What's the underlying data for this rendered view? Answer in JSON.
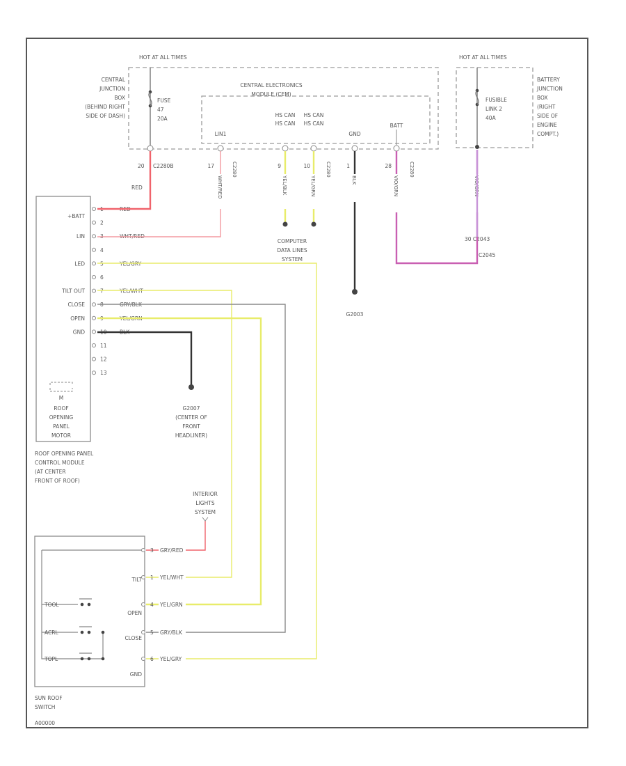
{
  "colors": {
    "red": "#f0636b",
    "red_thin": "#f39aa0",
    "yellow": "#e8ec6a",
    "gray": "#8a8a8a",
    "black": "#333333",
    "violet": "#c95fb2",
    "violet_thin": "#c895d8"
  },
  "cjb": {
    "hot_label": "HOT AT ALL TIMES",
    "name_lines": [
      "CENTRAL",
      "JUNCTION",
      "BOX",
      "(BEHIND RIGHT",
      "SIDE OF DASH)"
    ],
    "fuse_lines": [
      "FUSE",
      "47",
      "20A"
    ],
    "pin": "20",
    "connector": "C2280B"
  },
  "cem": {
    "name_lines": [
      "CENTRAL ELECTRONICS",
      "MODULE (CEM)"
    ],
    "pins": [
      {
        "label": "LIN1",
        "num": "17",
        "conn": "C2280"
      },
      {
        "label": "HS CAN",
        "num": "9",
        "conn": ""
      },
      {
        "label": "HS CAN",
        "num": "10",
        "conn": "C2280"
      },
      {
        "label": "GND",
        "num": "1",
        "conn": ""
      },
      {
        "label": "BATT",
        "num": "28",
        "conn": "C2280"
      }
    ]
  },
  "bjb": {
    "hot_label": "HOT AT ALL TIMES",
    "name_lines": [
      "BATTERY",
      "JUNCTION",
      "BOX",
      "(RIGHT",
      "SIDE OF",
      "ENGINE",
      "COMPT.)"
    ],
    "fuse_lines": [
      "FUSIBLE",
      "LINK 2",
      "40A"
    ],
    "connector_lines": [
      "30 C2043",
      "C2045"
    ]
  },
  "computer_data": [
    "COMPUTER",
    "DATA LINES",
    "SYSTEM"
  ],
  "ground_cem": "G2003",
  "module": {
    "name_lines": [
      "ROOF OPENING PANEL",
      "CONTROL MODULE",
      "(AT CENTER",
      "FRONT OF ROOF)"
    ],
    "motor_lines": [
      "ROOF",
      "OPENING",
      "PANEL",
      "MOTOR"
    ],
    "motor_mark": "M",
    "pins": [
      {
        "num": "1",
        "label": "+BATT",
        "wire": "RED"
      },
      {
        "num": "2",
        "label": "",
        "wire": ""
      },
      {
        "num": "3",
        "label": "LIN",
        "wire": "WHT/RED"
      },
      {
        "num": "4",
        "label": "",
        "wire": ""
      },
      {
        "num": "5",
        "label": "LED",
        "wire": "YEL/GRY"
      },
      {
        "num": "6",
        "label": "",
        "wire": ""
      },
      {
        "num": "7",
        "label": "TILT OUT",
        "wire": "YEL/WHT"
      },
      {
        "num": "8",
        "label": "CLOSE",
        "wire": "GRY/BLK"
      },
      {
        "num": "9",
        "label": "OPEN",
        "wire": "YEL/GRN"
      },
      {
        "num": "10",
        "label": "GND",
        "wire": "BLK"
      },
      {
        "num": "11",
        "label": "",
        "wire": ""
      },
      {
        "num": "12",
        "label": "",
        "wire": ""
      },
      {
        "num": "13",
        "label": "",
        "wire": ""
      }
    ]
  },
  "wire_labels": {
    "red": "RED",
    "lin_vertical": "WHT/RED",
    "can1": "YEL/BLK",
    "can2": "YEL/GRN",
    "gnd": "BLK",
    "batt": "VIO/GRN",
    "bjb": "VIO/GRN"
  },
  "ground_module": [
    "G2007",
    "(CENTER OF",
    "FRONT",
    "HEADLINER)"
  ],
  "interior_lights": [
    "INTERIOR",
    "LIGHTS",
    "SYSTEM"
  ],
  "switch": {
    "name_lines": [
      "SUN ROOF",
      "SWITCH"
    ],
    "figure_id": "A00000",
    "contacts": [
      "TILT",
      "OPEN",
      "CLOSE",
      "GND"
    ],
    "internal": [
      "TOOL",
      "ACRL",
      "TOPL"
    ],
    "pins": [
      {
        "num": "3",
        "wire": "GRY/RED"
      },
      {
        "num": "1",
        "wire": "YEL/WHT"
      },
      {
        "num": "4",
        "wire": "YEL/GRN"
      },
      {
        "num": "5",
        "wire": "GRY/BLK"
      },
      {
        "num": "6",
        "wire": "YEL/GRY"
      }
    ]
  }
}
